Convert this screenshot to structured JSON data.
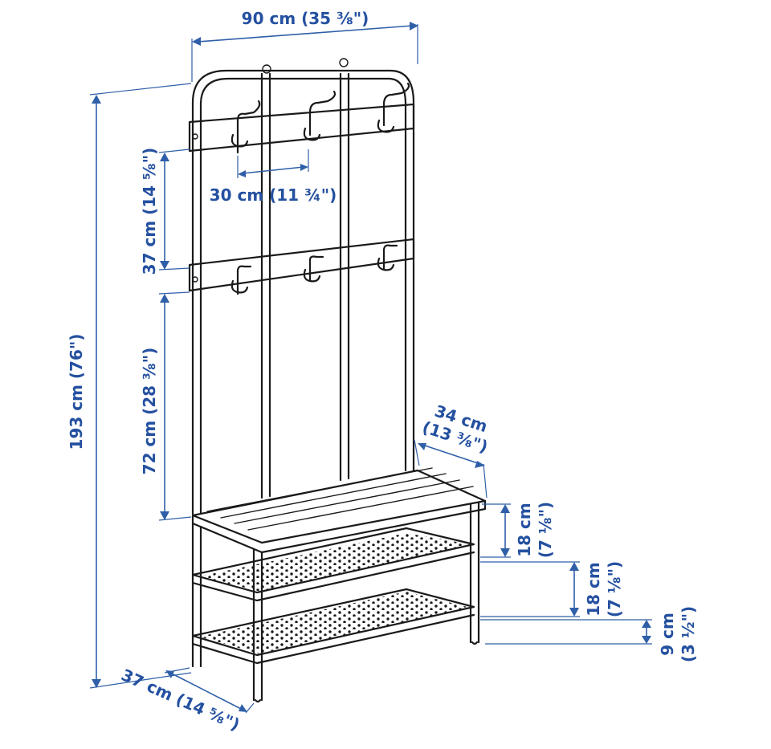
{
  "colors": {
    "dimension": "#2450a0",
    "product_line": "#1a1a1a",
    "background": "#ffffff"
  },
  "dimensions": {
    "width": "90 cm (35 ⅜\")",
    "hook_spacing": "30 cm (11 ¾\")",
    "hook_rail_gap": "37 cm (14 ⅝\")",
    "total_height": "193 cm (76\")",
    "seat_to_rail": "72 cm (28 ⅜\")",
    "seat_depth_line1": "34 cm",
    "seat_depth_line2": "(13 ⅜\")",
    "shelf_gap_top_line1": "18 cm",
    "shelf_gap_top_line2": "(7 ⅛\")",
    "shelf_gap_mid_line1": "18 cm",
    "shelf_gap_mid_line2": "(7 ⅛\")",
    "floor_clearance_line1": "9 cm",
    "floor_clearance_line2": "(3 ½\")",
    "base_depth": "37 cm (14 ⅝\")"
  }
}
